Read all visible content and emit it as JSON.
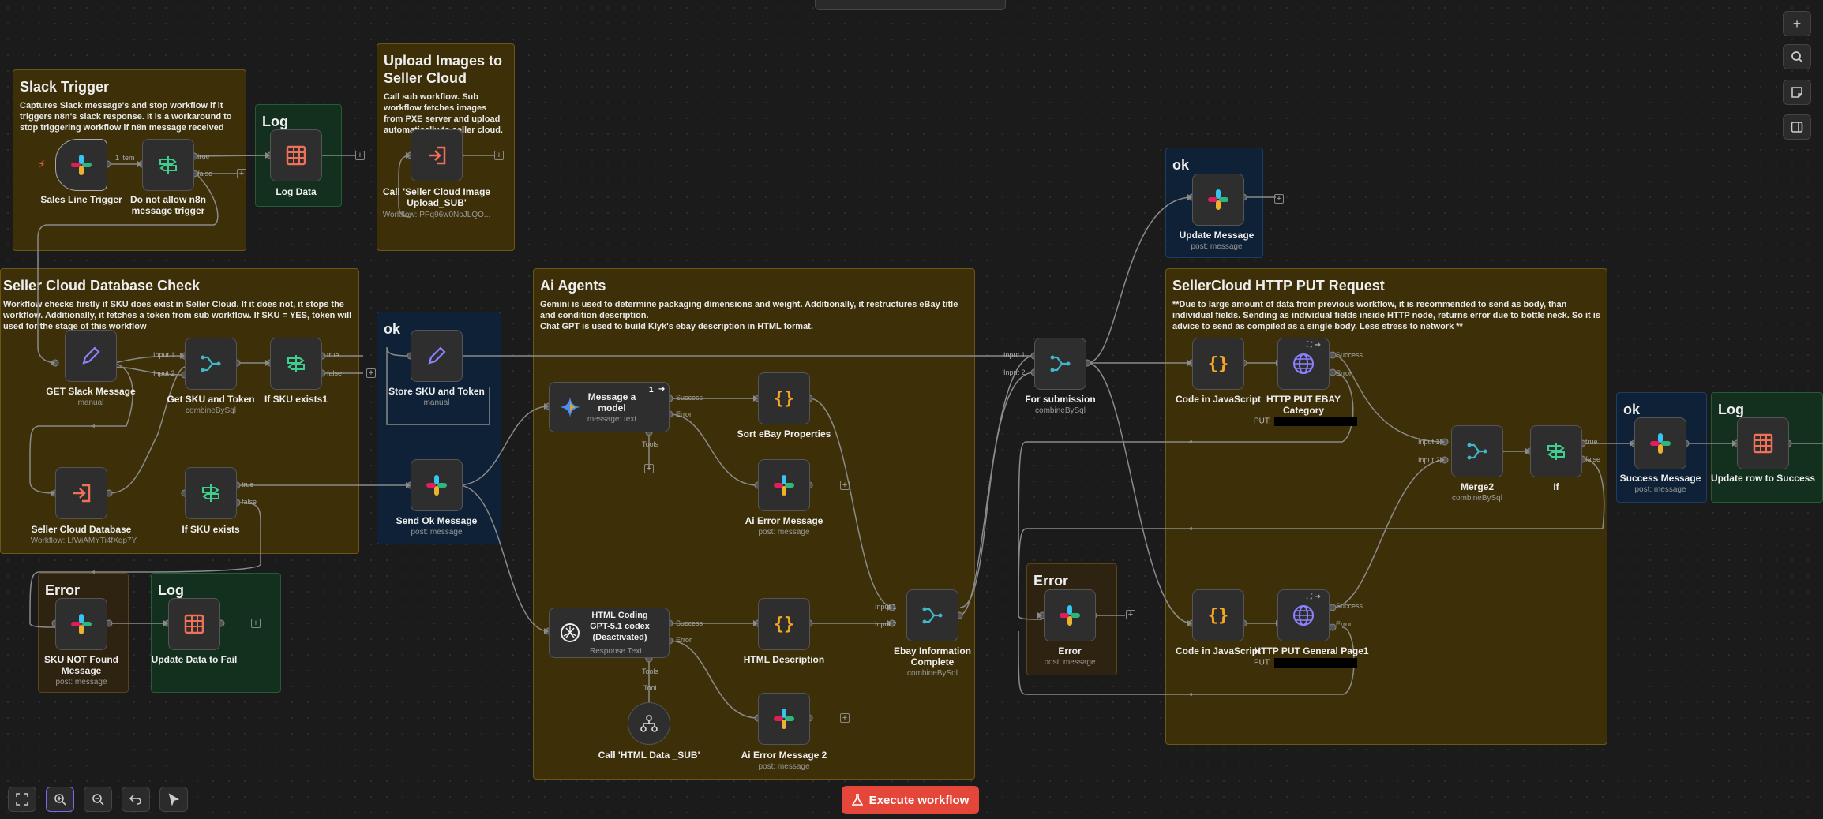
{
  "stickies": {
    "slack_trigger": {
      "title": "Slack Trigger",
      "body": "Captures Slack message's and stop workflow if it triggers n8n's slack response. It is a workaround to stop triggering workflow if n8n message received"
    },
    "log1": {
      "title": "Log"
    },
    "upload": {
      "title": "Upload Images to Seller Cloud",
      "body": "Call sub workflow. Sub workflow fetches images from PXE server and upload automatically to seller cloud."
    },
    "ok_top": {
      "title": "ok"
    },
    "db_check": {
      "title": "Seller Cloud Database Check",
      "body": "Workflow checks firstly if SKU does exist in Seller Cloud. If it does not, it stops the workflow. Additionally, it fetches a token from sub workflow. If SKU = YES, token will used for the stage of this workflow"
    },
    "ok_mid": {
      "title": "ok"
    },
    "ai": {
      "title": "Ai Agents",
      "body": "Gemini is used to determine packaging dimensions and weight. Additionally, it restructures eBay title and condition description.\nChat GPT is used to build Klyk's ebay description in HTML format."
    },
    "put_request": {
      "title": "SellerCloud HTTP PUT Request",
      "body": "**Due to large amount of data from previous workflow, it is recommended to send as body, than individual fields. Sending as individual fields inside HTTP node, returns error due to bottle neck. So it is advice to send as compiled as a single body. Less stress to network **"
    },
    "ok_right": {
      "title": "ok"
    },
    "log_right": {
      "title": "Log"
    },
    "error_mid": {
      "title": "Error"
    },
    "error_left": {
      "title": "Error"
    },
    "log_left": {
      "title": "Log"
    }
  },
  "nodes": {
    "sales_trigger": {
      "label": "Sales Line Trigger"
    },
    "no_n8n": {
      "label": "Do not allow n8n message trigger"
    },
    "log_data": {
      "label": "Log Data"
    },
    "call_upload": {
      "label": "Call 'Seller Cloud Image Upload_SUB'",
      "sub": "Workflow: PPq96w0NoJLQO..."
    },
    "update_message": {
      "label": "Update Message",
      "sub": "post: message"
    },
    "get_slack": {
      "label": "GET Slack Message",
      "sub": "manual"
    },
    "get_sku_token": {
      "label": "Get SKU and Token",
      "sub": "combineBySql"
    },
    "if_sku_exists1": {
      "label": "If SKU exists1"
    },
    "store_sku": {
      "label": "Store SKU and Token",
      "sub": "manual"
    },
    "seller_db": {
      "label": "Seller Cloud Database",
      "sub": "Workflow: LfWiAMYTi4fXqp7Y"
    },
    "if_sku_exists": {
      "label": "If SKU exists"
    },
    "send_ok": {
      "label": "Send Ok Message",
      "sub": "post: message"
    },
    "message_model": {
      "label": "Message a model",
      "sub": "message: text",
      "count": "1"
    },
    "sort_ebay": {
      "label": "Sort eBay Properties"
    },
    "ai_error": {
      "label": "Ai Error Message",
      "sub": "post: message"
    },
    "html_coding": {
      "label": "HTML Coding GPT-5.1 codex (Deactivated)",
      "sub": "Response Text"
    },
    "html_desc": {
      "label": "HTML Description"
    },
    "ai_error2": {
      "label": "Ai Error Message 2",
      "sub": "post: message"
    },
    "call_html": {
      "label": "Call 'HTML Data _SUB'"
    },
    "ebay_complete": {
      "label": "Ebay Information Complete",
      "sub": "combineBySql"
    },
    "for_submission": {
      "label": "For submission",
      "sub": "combineBySql"
    },
    "code_js1": {
      "label": "Code in JavaScript"
    },
    "http_put_cat": {
      "label": "HTTP PUT EBAY Category",
      "put": "PUT:"
    },
    "merge2": {
      "label": "Merge2",
      "sub": "combineBySql"
    },
    "if_node": {
      "label": "If"
    },
    "success_msg": {
      "label": "Success Message",
      "sub": "post: message"
    },
    "update_success": {
      "label": "Update row to Success"
    },
    "error_node": {
      "label": "Error",
      "sub": "post: message"
    },
    "code_js2": {
      "label": "Code in JavaScript"
    },
    "http_put_gen": {
      "label": "HTTP PUT General Page1",
      "put": "PUT:"
    },
    "sku_not_found": {
      "label": "SKU NOT Found Message",
      "sub": "post: message"
    },
    "update_fail": {
      "label": "Update Data to Fail"
    }
  },
  "ports": {
    "true": "true",
    "false": "false",
    "input1": "Input 1",
    "input2": "Input 2",
    "success": "Success",
    "error": "Error",
    "tools": "Tools",
    "tool": "Tool",
    "one_item": "1 item"
  },
  "toolbar": {
    "execute": "Execute workflow"
  },
  "colors": {
    "accent": "#e4463a",
    "wire": "#8a8a8a"
  }
}
